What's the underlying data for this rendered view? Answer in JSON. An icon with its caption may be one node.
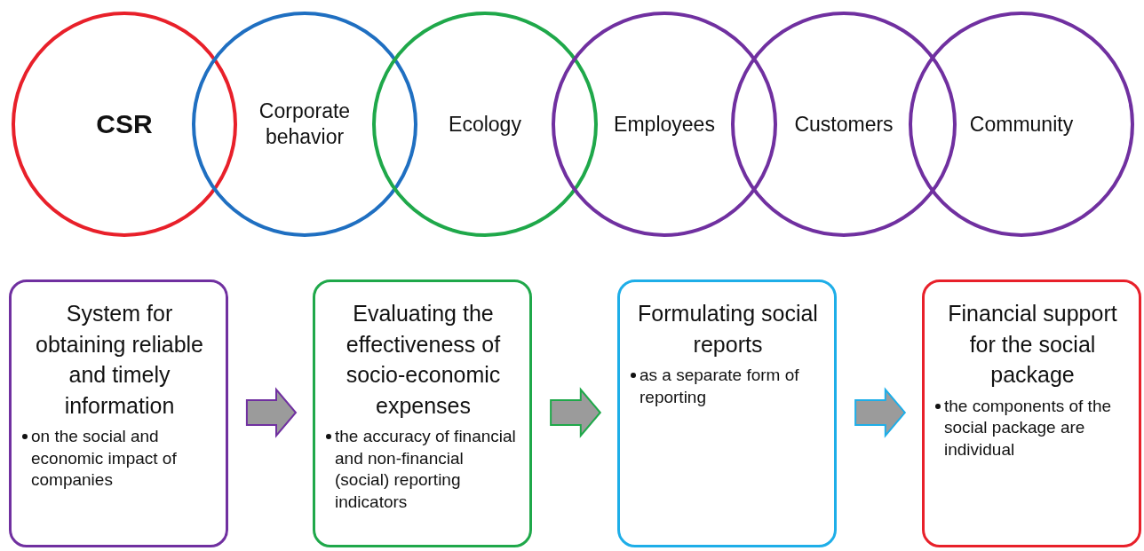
{
  "diagram": {
    "nodes": [
      {
        "text": [
          "CSR"
        ]
      },
      {
        "text": [
          "Corporate behavior"
        ]
      },
      {
        "text": [
          "Ecology"
        ]
      },
      {
        "text": [
          "Employees"
        ]
      },
      {
        "text": [
          "Customers"
        ]
      },
      {
        "text": [
          "Community"
        ]
      },
      {
        "text": [
          "System for obtaining reliable and timely information",
          "on the social and economic impact of companies"
        ]
      },
      {
        "text": [
          "Evaluating the effectiveness of socio-economic expenses",
          "the accuracy of financial and non-financial (social) reporting indicators"
        ]
      },
      {
        "text": [
          "Formulating social reports",
          "as a separate form of reporting"
        ]
      },
      {
        "text": [
          "Financial support for the social package",
          "the components of the social package are individual"
        ]
      }
    ],
    "edges": [
      {
        "from": 6,
        "to": 7,
        "arrow": "to",
        "style": "thick",
        "color": "#7030a0"
      },
      {
        "from": 7,
        "to": 8,
        "arrow": "to",
        "style": "thick",
        "color": "#1fa84a"
      },
      {
        "from": 8,
        "to": 9,
        "arrow": "to",
        "style": "thick",
        "color": "#1eaee8"
      }
    ]
  }
}
